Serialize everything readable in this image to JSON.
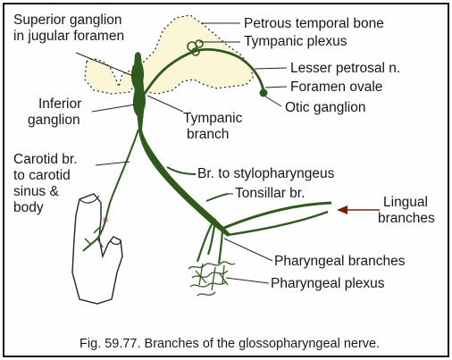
{
  "labels": {
    "superior_ganglion": [
      "Superior ganglion",
      "in jugular foramen"
    ],
    "inferior_ganglion": [
      "Inferior",
      "ganglion"
    ],
    "carotid_branch": [
      "Carotid br.",
      "to carotid",
      "sinus &",
      "body"
    ],
    "petrous_temporal_bone": "Petrous temporal bone",
    "tympanic_plexus": "Tympanic plexus",
    "lesser_petrosal": "Lesser petrosal n.",
    "foramen_ovale": "Foramen ovale",
    "otic_ganglion": "Otic ganglion",
    "tympanic_branch": [
      "Tympanic",
      "branch"
    ],
    "stylopharyngeus": "Br. to stylopharyngeus",
    "tonsillar": "Tonsillar br.",
    "lingual": [
      "Lingual",
      "branches"
    ],
    "pharyngeal_branches": "Pharyngeal branches",
    "pharyngeal_plexus": "Pharyngeal plexus"
  },
  "caption": "Fig. 59.77. Branches of the glossopharyngeal nerve.",
  "colors": {
    "nerve": "#2f5a1e",
    "bone_fill": "#fbf6d6",
    "artery_dot": "#e08ec9",
    "arrow": "#7a1f10"
  }
}
